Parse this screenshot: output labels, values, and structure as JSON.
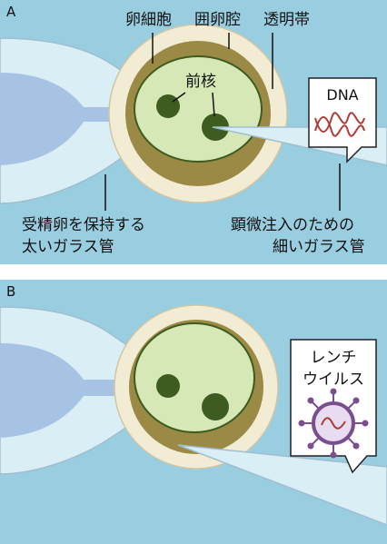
{
  "panel_a": {
    "letter": "A",
    "label_oocyte": "卵細胞",
    "label_perivitelline": "囲卵腔",
    "label_zona": "透明帯",
    "label_pronucleus": "前核",
    "holding_pipette_line1": "受精卵を保持する",
    "holding_pipette_line2": "太いガラス管",
    "injection_pipette_line1": "顕微注入のための",
    "injection_pipette_line2": "細いガラス管",
    "bubble_text": "DNA",
    "dna_icon": "dna-double-helix-icon"
  },
  "panel_b": {
    "letter": "B",
    "bubble_line1": "レンチ",
    "bubble_line2": "ウイルス",
    "virus_icon": "lentivirus-particle-icon"
  },
  "colors": {
    "background": "#99cde0",
    "pipette": "#daeef6",
    "pipette_core": "#a7c3e3",
    "zona": "#f2ecd5",
    "perivitelline": "#9b8a45",
    "oocyte": "#d6e8b6",
    "pronucleus": "#3e5b20",
    "dna": "#b03a36",
    "virus": "#7a4f8e"
  }
}
